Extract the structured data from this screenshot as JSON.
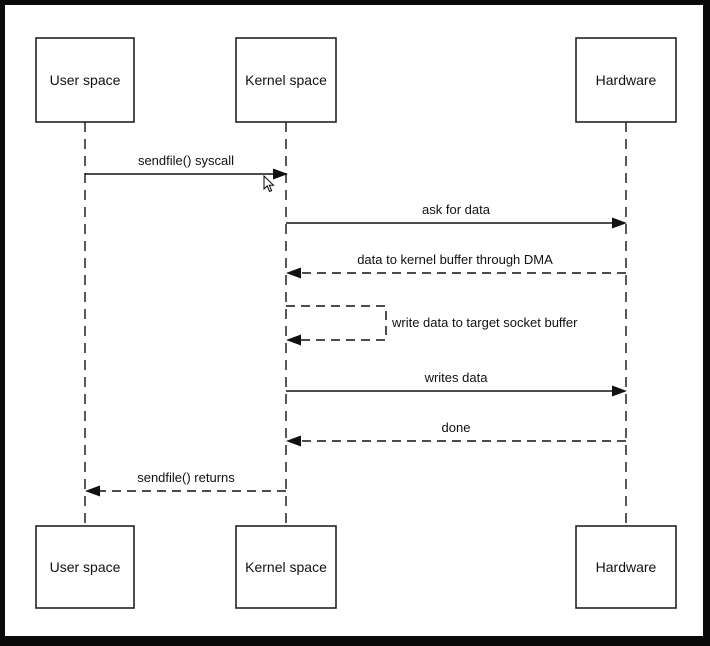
{
  "diagram": {
    "type": "sequence",
    "participants": [
      {
        "id": "user",
        "label": "User space"
      },
      {
        "id": "kernel",
        "label": "Kernel space"
      },
      {
        "id": "hardware",
        "label": "Hardware"
      }
    ],
    "messages": [
      {
        "from": "user",
        "to": "kernel",
        "label": "sendfile() syscall",
        "style": "solid"
      },
      {
        "from": "kernel",
        "to": "hardware",
        "label": "ask for data",
        "style": "solid"
      },
      {
        "from": "hardware",
        "to": "kernel",
        "label": "data to kernel buffer through DMA",
        "style": "dashed"
      },
      {
        "from": "kernel",
        "to": "kernel",
        "label": "write data to target socket buffer",
        "style": "dashed"
      },
      {
        "from": "kernel",
        "to": "hardware",
        "label": "writes data",
        "style": "solid"
      },
      {
        "from": "hardware",
        "to": "kernel",
        "label": "done",
        "style": "dashed"
      },
      {
        "from": "kernel",
        "to": "user",
        "label": "sendfile() returns",
        "style": "dashed"
      }
    ]
  },
  "icons": {
    "cursor": "mouse-pointer-icon"
  }
}
